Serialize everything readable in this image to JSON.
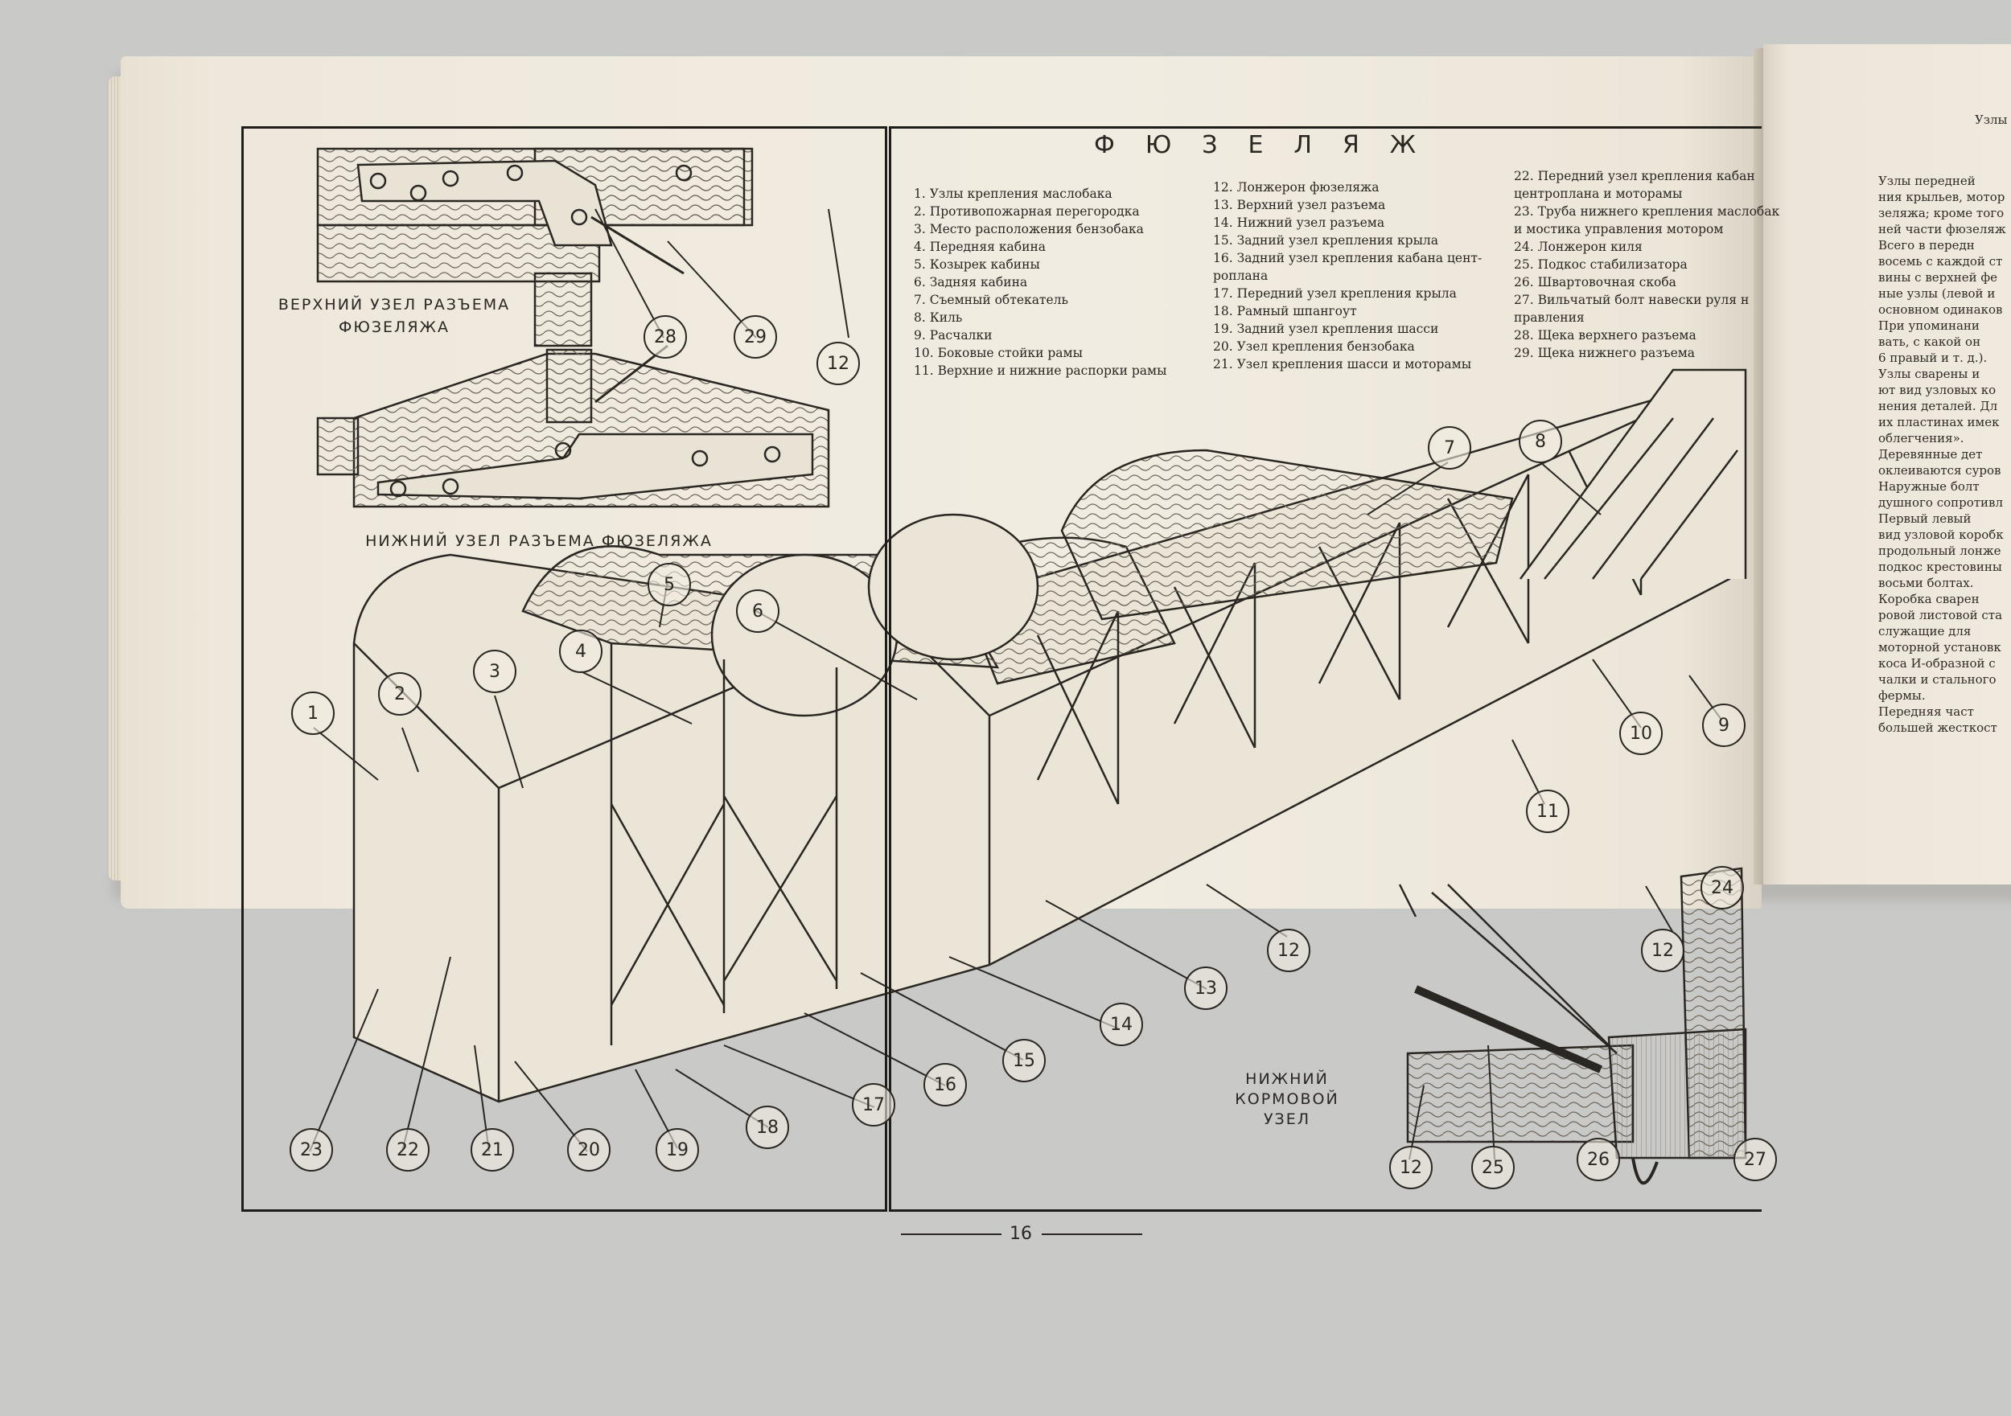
{
  "spread": {
    "title": "ФЮЗЕЛЯЖ",
    "page_number": "16",
    "legend_col_1": [
      "1. Узлы крепления маслобака",
      "2. Противопожарная перегородка",
      "3. Место расположения бензобака",
      "4. Передняя кабина",
      "5. Козырек кабины",
      "6. Задняя кабина",
      "7. Съемный обтекатель",
      "8. Киль",
      "9. Расчалки",
      "10. Боковые стойки рамы",
      "11. Верхние и нижние распорки рамы"
    ],
    "legend_col_2": [
      "12. Лонжерон фюзеляжа",
      "13. Верхний узел разъема",
      "14. Нижний узел разъема",
      "15. Задний узел крепления крыла",
      "16. Задний узел крепления кабана цент-",
      "роплана",
      "17. Передний узел крепления крыла",
      "18. Рамный шпангоут",
      "19. Задний узел крепления шасси",
      "20. Узел крепления бензобака",
      "21. Узел крепления шасси и моторамы"
    ],
    "legend_col_3": [
      "22. Передний узел крепления кабан",
      "центроплана и моторамы",
      "23. Труба нижнего крепления маслобак",
      "и мостика управления мотором",
      "24. Лонжерон киля",
      "25. Подкос стабилизатора",
      "26. Швартовочная скоба",
      "27. Вильчатый болт навески руля н",
      "правления",
      "28. Щека верхнего разъема",
      "29. Щека нижнего разъема"
    ],
    "captions": {
      "upper_joint": [
        "ВЕРХНИЙ УЗЕЛ РАЗЪЕМА",
        "ФЮЗЕЛЯЖА"
      ],
      "lower_joint": "НИЖНИЙ УЗЕЛ РАЗЪЕМА ФЮЗЕЛЯЖА",
      "tail_joint": [
        "НИЖНИЙ",
        "КОРМОВОЙ",
        "УЗЕЛ"
      ]
    },
    "callouts": [
      "1",
      "2",
      "3",
      "4",
      "5",
      "6",
      "7",
      "8",
      "9",
      "10",
      "11",
      "12",
      "12",
      "12",
      "12",
      "13",
      "14",
      "15",
      "16",
      "17",
      "18",
      "19",
      "20",
      "21",
      "22",
      "23",
      "24",
      "25",
      "26",
      "27",
      "28",
      "29"
    ],
    "right_page_header": "Узлы",
    "right_page_lines": [
      "Узлы передней",
      "ния крыльев, мотор",
      "зеляжа; кроме того",
      "ней части фюзеляж",
      "Всего в передн",
      "восемь с каждой ст",
      "вины с верхней фе",
      "ные узлы (левой и",
      "основном одинаков",
      "При упоминани",
      "вать, с какой он",
      "6 правый и т. д.).",
      "Узлы сварены и",
      "ют вид узловых ко",
      "нения деталей. Дл",
      "их пластинах имек",
      "облегчения».",
      "Деревянные дет",
      "оклеиваются суров",
      "Наружные болт",
      "душного сопротивл",
      "Первый левый",
      "вид узловой коробк",
      "продольный лонже",
      "подкос крестовины",
      "восьми болтах.",
      "Коробка сварен",
      "ровой листовой ста",
      "служащие для",
      "моторной установк",
      "коса И-образной с",
      "чалки и стального",
      "фермы.",
      "Передняя част",
      "большей жесткост"
    ]
  }
}
